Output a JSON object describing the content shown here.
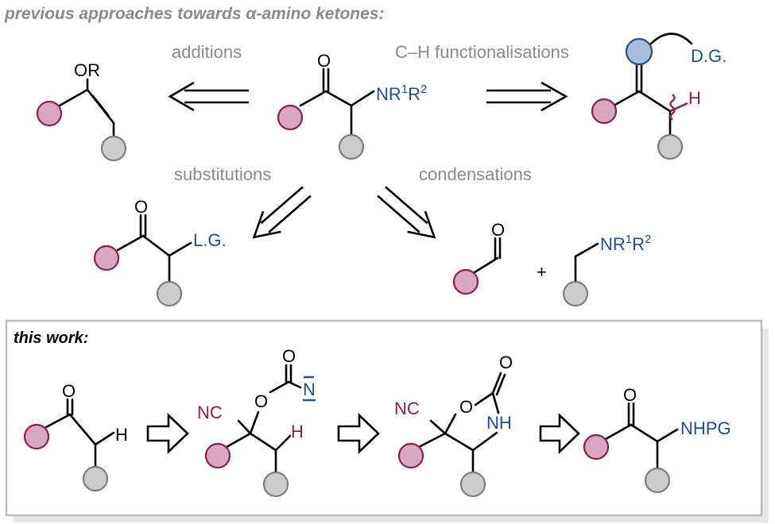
{
  "header": {
    "title": "previous approaches towards α-amino ketones:"
  },
  "approaches": {
    "additions": "additions",
    "ch": "C–H functionalisations",
    "substitutions": "substitutions",
    "condensations": "condensations"
  },
  "labels": {
    "or": "OR",
    "o": "O",
    "nr": "NR",
    "sup1": "1",
    "r2": "R",
    "sup2": "2",
    "dg": "D.G.",
    "h": "H",
    "lg": "L.G.",
    "plus": "+",
    "nc": "NC",
    "n": "N",
    "nh": "NH",
    "nhpg": "NHPG"
  },
  "this_work": {
    "heading": "this work:"
  },
  "colors": {
    "aryl_fill": "#d9a7c0",
    "aryl_stroke": "#8c1f4e",
    "r_fill": "#cccccc",
    "dg_fill": "#a9bfdc",
    "blue_text": "#1f4e8c",
    "red_text": "#8c1f4e",
    "gray_text": "#8a8a8a"
  }
}
